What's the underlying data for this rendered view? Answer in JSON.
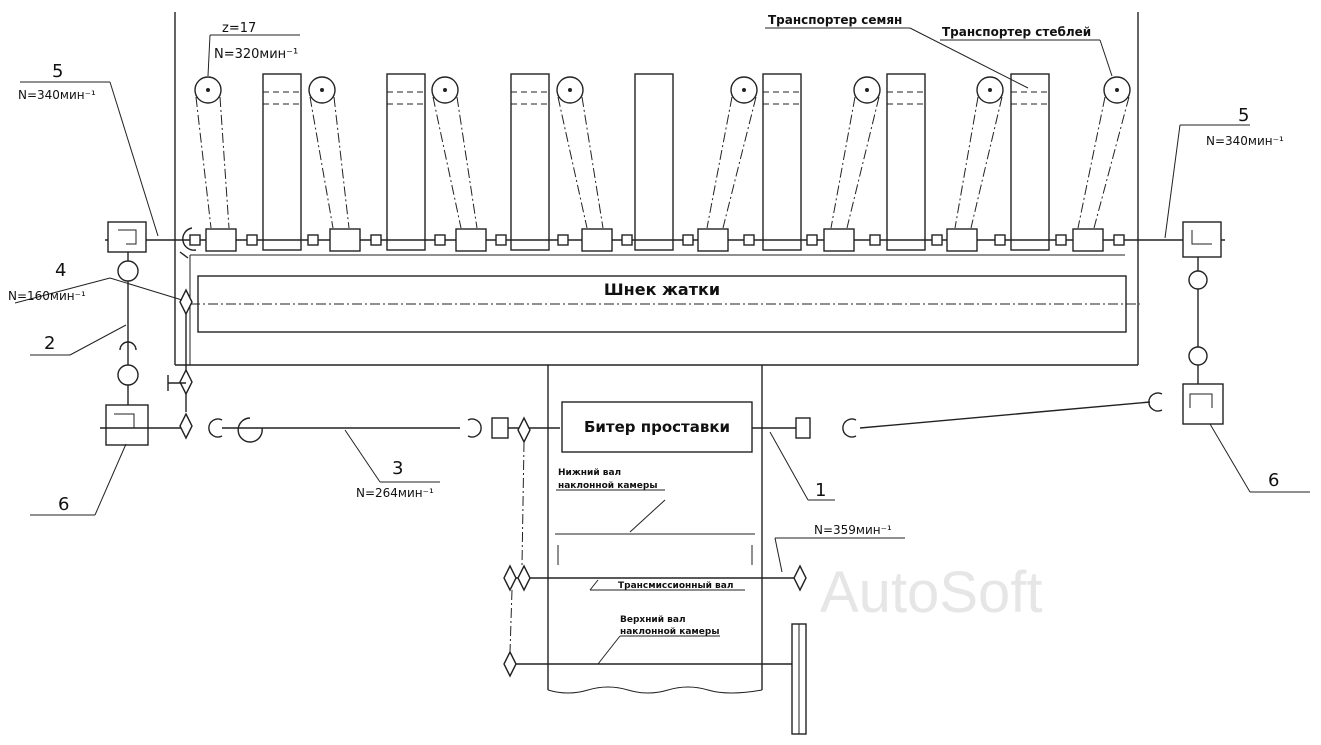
{
  "labels": {
    "seed_conveyor": "Транспортер семян",
    "stalk_conveyor": "Транспортер стеблей",
    "z": "z=17",
    "n_top": "N=320мин⁻¹",
    "label_5_left": "5",
    "n_5_left": "N=340мин⁻¹",
    "label_5_right": "5",
    "n_5_right": "N=340мин⁻¹",
    "label_4": "4",
    "n_4": "N=160мин⁻¹",
    "label_2": "2",
    "label_6_left": "6",
    "label_6_right": "6",
    "label_3": "3",
    "n_3": "N=264мин⁻¹",
    "label_1": "1",
    "auger": "Шнек жатки",
    "beater": "Битер проставки",
    "lower_shaft_1": "Нижний вал",
    "lower_shaft_2": "наклонной камеры",
    "n_transmission": "N=359мин⁻¹",
    "transmission_shaft": "Трансмиссионный вал",
    "upper_shaft_1": "Верхний вал",
    "upper_shaft_2": "наклонной камеры",
    "watermark": "AutoSoft"
  }
}
